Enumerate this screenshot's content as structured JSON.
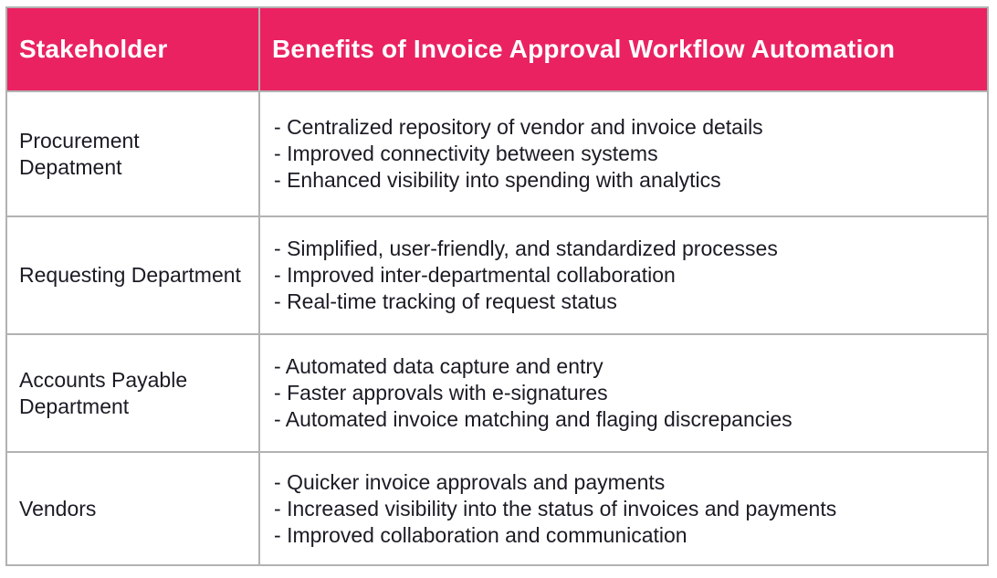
{
  "table": {
    "bullet_prefix": "- ",
    "header": {
      "stakeholder": "Stakeholder",
      "benefits": "Benefits of Invoice Approval Workflow Automation"
    },
    "rows": [
      {
        "stakeholder": "Procurement Depatment",
        "benefits": [
          "Centralized repository of vendor and invoice details",
          "Improved connectivity between systems",
          "Enhanced visibility into spending with analytics"
        ]
      },
      {
        "stakeholder": "Requesting Department",
        "benefits": [
          "Simplified, user-friendly, and standardized processes",
          "Improved inter-departmental collaboration",
          "Real-time tracking of request status"
        ]
      },
      {
        "stakeholder": "Accounts Payable Department",
        "benefits": [
          "Automated data capture and entry",
          "Faster approvals with e-signatures",
          "Automated invoice matching and flaging discrepancies"
        ]
      },
      {
        "stakeholder": "Vendors",
        "benefits": [
          "Quicker invoice approvals and payments",
          "Increased visibility into the status of invoices and payments",
          "Improved collaboration and communication"
        ]
      }
    ],
    "colors": {
      "header_bg": "#ea2262",
      "header_text": "#ffffff",
      "grid_line": "#b2b2b2",
      "body_text": "#1b1b24",
      "background": "#ffffff"
    }
  }
}
